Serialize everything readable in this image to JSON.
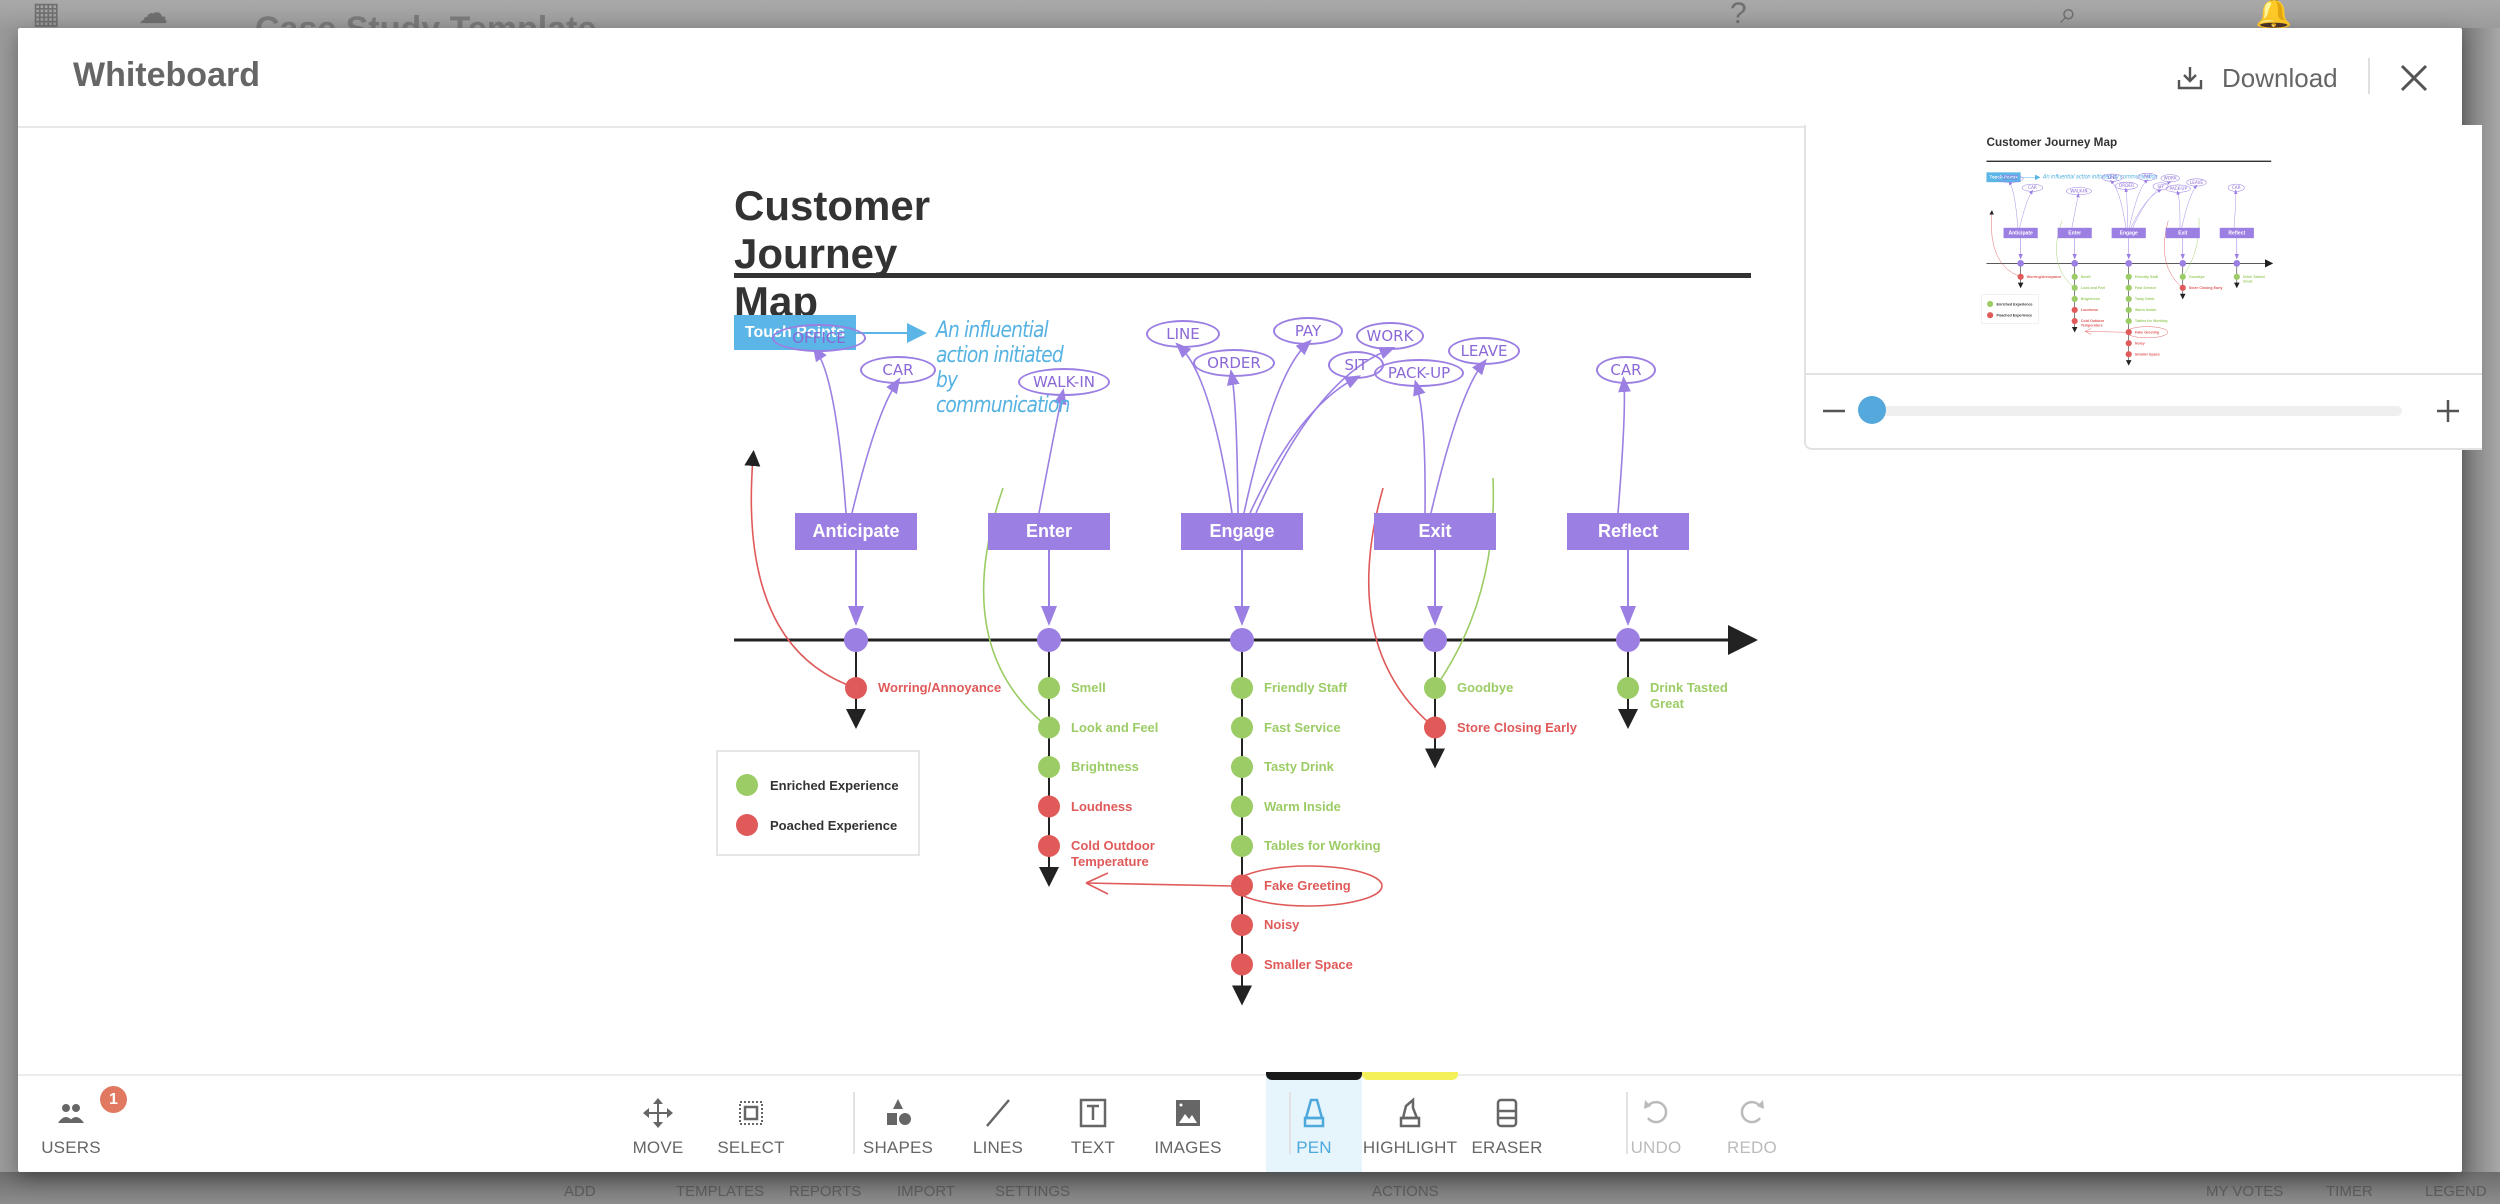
{
  "background": {
    "app_title": "Case Study Template",
    "bottom_labels": [
      "ADD",
      "TEMPLATES",
      "REPORTS",
      "IMPORT",
      "SETTINGS",
      "ACTIONS",
      "MY VOTES",
      "TIMER",
      "LEGEND"
    ]
  },
  "modal": {
    "title": "Whiteboard",
    "download_label": "Download",
    "close_label": "Close"
  },
  "board": {
    "title": "Customer Journey Map",
    "touch_points": {
      "label": "Touch Points",
      "note": "An influential action initiated by communication"
    },
    "stages": [
      {
        "label": "Anticipate",
        "bubbles": [
          "OFFICE",
          "CAR"
        ],
        "items": [
          {
            "text": "Worring/Annoyance",
            "type": "poached"
          }
        ]
      },
      {
        "label": "Enter",
        "bubbles": [
          "WALK-IN"
        ],
        "items": [
          {
            "text": "Smell",
            "type": "enriched"
          },
          {
            "text": "Look and Feel",
            "type": "enriched"
          },
          {
            "text": "Brightness",
            "type": "enriched"
          },
          {
            "text": "Loudness",
            "type": "poached"
          },
          {
            "text": "Cold Outdoor Temperature",
            "type": "poached"
          }
        ]
      },
      {
        "label": "Engage",
        "bubbles": [
          "LINE",
          "ORDER",
          "PAY",
          "SIT",
          "WORK"
        ],
        "items": [
          {
            "text": "Friendly Staff",
            "type": "enriched"
          },
          {
            "text": "Fast Service",
            "type": "enriched"
          },
          {
            "text": "Tasty Drink",
            "type": "enriched"
          },
          {
            "text": "Warm Inside",
            "type": "enriched"
          },
          {
            "text": "Tables for Working",
            "type": "enriched"
          },
          {
            "text": "Fake Greeting",
            "type": "poached"
          },
          {
            "text": "Noisy",
            "type": "poached"
          },
          {
            "text": "Smaller Space",
            "type": "poached"
          }
        ]
      },
      {
        "label": "Exit",
        "bubbles": [
          "PACK-UP",
          "LEAVE"
        ],
        "items": [
          {
            "text": "Goodbye",
            "type": "enriched"
          },
          {
            "text": "Store Closing Early",
            "type": "poached"
          }
        ]
      },
      {
        "label": "Reflect",
        "bubbles": [
          "CAR"
        ],
        "items": [
          {
            "text": "Drink Tasted Great",
            "type": "enriched"
          }
        ]
      }
    ],
    "legend": [
      {
        "label": "Enriched Experience",
        "type": "enriched"
      },
      {
        "label": "Poached Experience",
        "type": "poached"
      }
    ],
    "colors": {
      "stage": "#9c7fe3",
      "enriched": "#9ccc65",
      "poached": "#e05a5a",
      "touch": "#5bb5e6"
    }
  },
  "minimap": {
    "zoom_level": 0.0,
    "zoom_out_label": "Zoom out",
    "zoom_in_label": "Zoom in"
  },
  "toolbar": {
    "users": {
      "label": "USERS",
      "count": "1"
    },
    "tools": [
      {
        "id": "move",
        "label": "MOVE"
      },
      {
        "id": "select",
        "label": "SELECT"
      },
      {
        "id": "shapes",
        "label": "SHAPES"
      },
      {
        "id": "lines",
        "label": "LINES"
      },
      {
        "id": "text",
        "label": "TEXT"
      },
      {
        "id": "images",
        "label": "IMAGES"
      },
      {
        "id": "pen",
        "label": "PEN",
        "active": true
      },
      {
        "id": "highlight",
        "label": "HIGHLIGHT"
      },
      {
        "id": "eraser",
        "label": "ERASER"
      },
      {
        "id": "undo",
        "label": "UNDO",
        "disabled": true
      },
      {
        "id": "redo",
        "label": "REDO",
        "disabled": true
      }
    ],
    "pen_color": "#1a1a1a",
    "highlight_color": "#f4f05a"
  }
}
